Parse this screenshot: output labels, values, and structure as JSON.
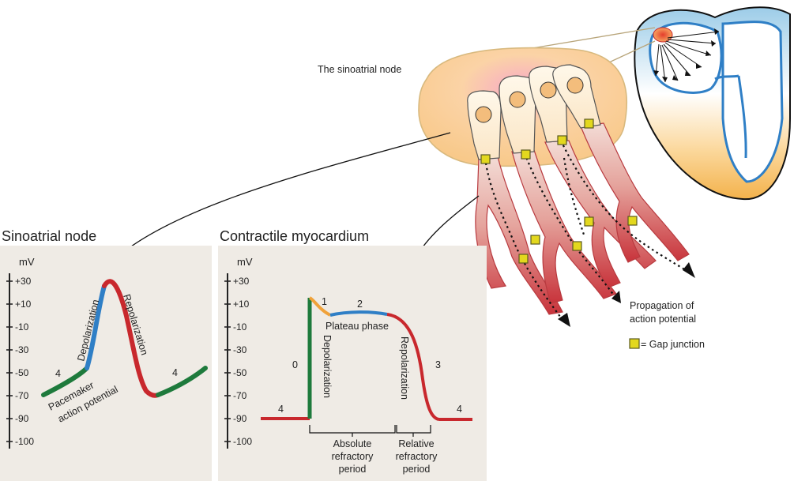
{
  "sa_node_label": "The sinoatrial node",
  "sa_panel": {
    "title": "Sinoatrial node",
    "unit": "mV",
    "ticks": [
      "+30",
      "+10",
      "-10",
      "-30",
      "-50",
      "-70",
      "-90",
      "-100"
    ],
    "phase_4_left": "4",
    "phase_4_right": "4",
    "depolarization": "Depolarization",
    "repolarization": "Repolarization",
    "pacemaker_line1": "Pacemaker",
    "pacemaker_line2": "action potential"
  },
  "myo_panel": {
    "title": "Contractile myocardium",
    "unit": "mV",
    "ticks": [
      "+30",
      "+10",
      "-10",
      "-30",
      "-50",
      "-70",
      "-90",
      "-100"
    ],
    "phase_0": "0",
    "phase_1": "1",
    "phase_2": "2",
    "phase_3": "3",
    "phase_4_left": "4",
    "phase_4_right": "4",
    "plateau": "Plateau phase",
    "depolarization": "Depolarization",
    "repolarization": "Repolarization",
    "absolute_line1": "Absolute",
    "absolute_line2": "refractory",
    "absolute_line3": "period",
    "relative_line1": "Relative",
    "relative_line2": "refractory",
    "relative_line3": "period"
  },
  "propagation_line1": "Propagation of",
  "propagation_line2": "action potential",
  "gap_junction_legend": "= Gap junction",
  "colors": {
    "green": "#1e7a3c",
    "blue": "#2f7fc6",
    "red": "#c8282d",
    "orange": "#f0a23a",
    "gap_junction": "#e3d81e"
  }
}
